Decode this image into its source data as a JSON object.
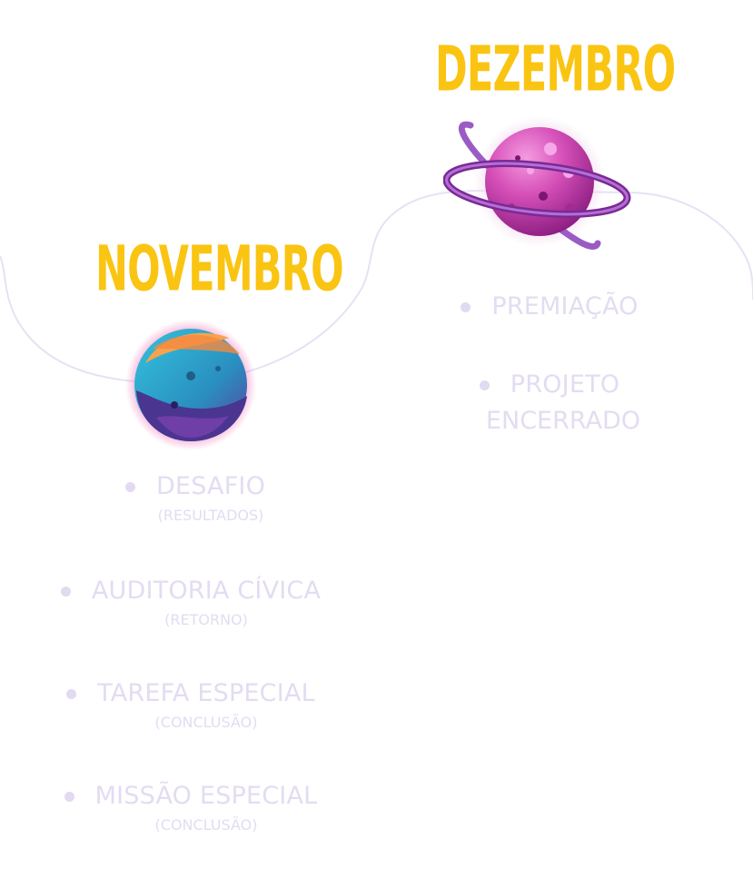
{
  "timeline": {
    "months": [
      {
        "name": "DEZEMBRO",
        "planet_icon": "ringed-planet-icon"
      },
      {
        "name": "NOVEMBRO",
        "planet_icon": "blue-planet-icon"
      }
    ],
    "dezembro_items": [
      {
        "label": "PREMIAÇÃO"
      },
      {
        "label": "PROJETO",
        "label_line2": "ENCERRADO"
      }
    ],
    "novembro_items": [
      {
        "label": "DESAFIO",
        "sub": "(RESULTADOS)"
      },
      {
        "label": "AUDITORIA CÍVICA",
        "sub": "(RETORNO)"
      },
      {
        "label": "TAREFA ESPECIAL",
        "sub": "(CONCLUSÃO)"
      },
      {
        "label": "MISSÃO ESPECIAL",
        "sub": "(CONCLUSÃO)"
      }
    ]
  },
  "colors": {
    "month_title": "#fac412",
    "item_text": "#e3dcf2",
    "curve": "#e6e2f4",
    "ringed_planet": "#c23aa3",
    "blue_planet": "#2ba7c8"
  }
}
